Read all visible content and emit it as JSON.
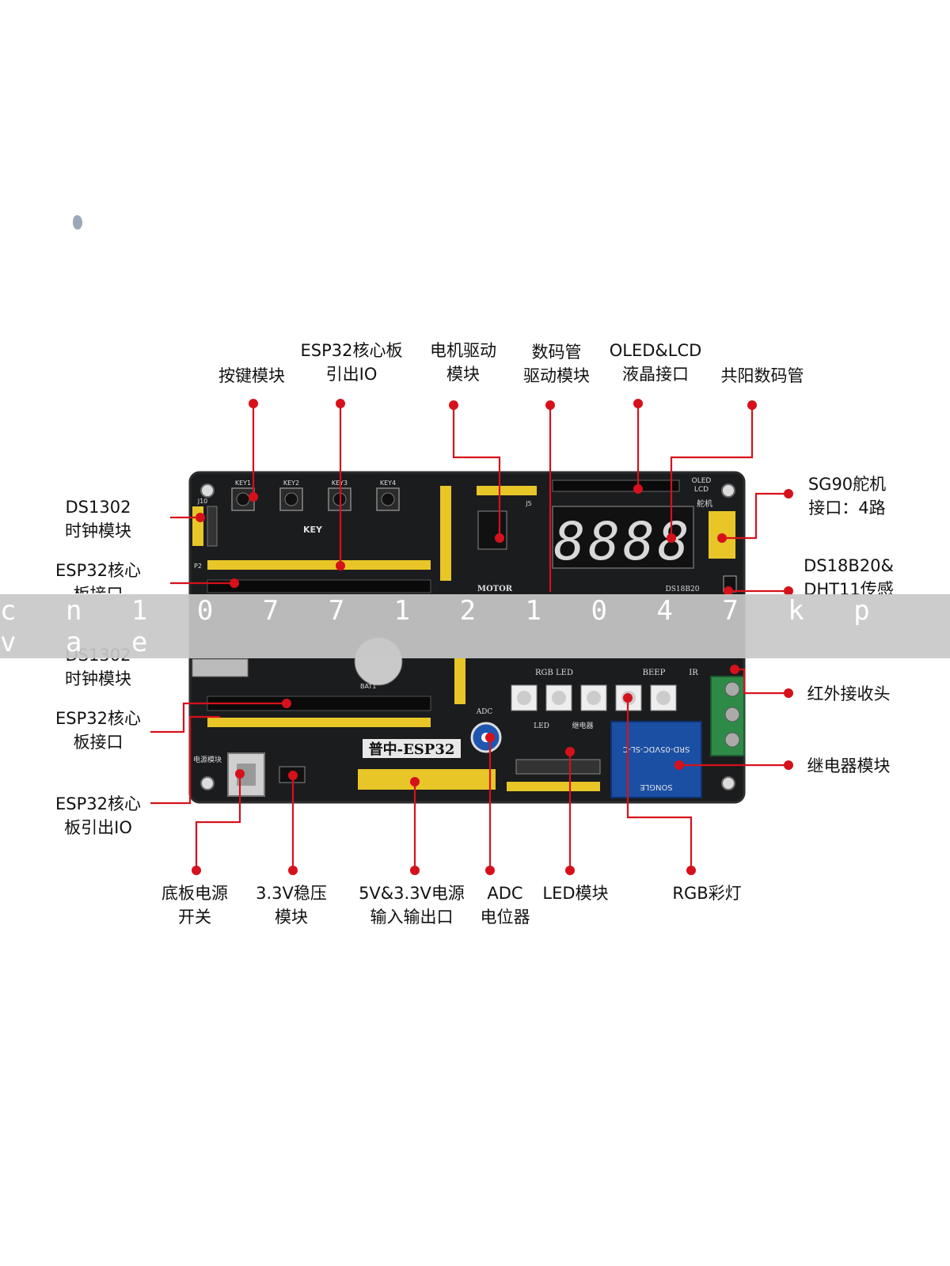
{
  "labels": {
    "key_module": [
      "按键模块"
    ],
    "esp32_core_io_top": [
      "ESP32核心板",
      "引出IO"
    ],
    "motor_driver": [
      "电机驱动",
      "模块"
    ],
    "seg_driver": [
      "数码管",
      "驱动模块"
    ],
    "oled_lcd": [
      "OLED&LCD",
      "液晶接口"
    ],
    "common_anode_seg": [
      "共阳数码管"
    ],
    "ds1302_top": [
      "DS1302",
      "时钟模块"
    ],
    "esp32_core_if_top": [
      "ESP32核心",
      "板接口"
    ],
    "sg90_servo": [
      "SG90舵机",
      "接口：4路"
    ],
    "ds18b20_dht11": [
      "DS18B20&",
      "DHT11传感"
    ],
    "ds1302_bottom": [
      "DS1302",
      "时钟模块"
    ],
    "esp32_core_if_bottom": [
      "ESP32核心",
      "板接口"
    ],
    "esp32_core_io_left": [
      "ESP32核心",
      "板引出IO"
    ],
    "ir_receiver": [
      "红外接收头"
    ],
    "relay_module": [
      "继电器模块"
    ],
    "power_switch": [
      "底板电源",
      "开关"
    ],
    "ldo_33v": [
      "3.3V稳压",
      "模块"
    ],
    "power_io": [
      "5V&3.3V电源",
      "输入输出口"
    ],
    "adc_pot": [
      "ADC",
      "电位器"
    ],
    "led_module": [
      "LED模块"
    ],
    "rgb_led": [
      "RGB彩灯"
    ]
  },
  "board": {
    "silk_key": "KEY",
    "silk_key1": "KEY1",
    "silk_key2": "KEY2",
    "silk_key3": "KEY3",
    "silk_key4": "KEY4",
    "silk_motor": "MOTOR",
    "silk_oled": "OLED",
    "silk_lcd": "LCD",
    "silk_servo": "舵机",
    "silk_ds18b20": "DS18B20",
    "silk_rgbled": "RGB LED",
    "silk_beep": "BEEP",
    "silk_ir": "IR",
    "silk_adc": "ADC",
    "silk_led": "LED",
    "silk_relay_cn": "继电器",
    "silk_name": "普中-ESP32",
    "silk_power": "电源模块",
    "silk_bat": "BAT1",
    "seg_digits": "8888",
    "relay_text": "SRD-05VDC-SL-C",
    "relay_brand": "SONGLE",
    "chip_j10": "J10",
    "chip_p2": "P2",
    "chip_j5": "J5"
  },
  "watermark": {
    "text": "c n 1 0 7 7 1 2 1 0 4 7 k p v a e"
  },
  "colors": {
    "leader": "#d6111b",
    "board": "#1b1c1e",
    "header_pin": "#e8c628",
    "terminal": "#2e8b47",
    "relay": "#1a4fa3",
    "seg": "#d8d8d8"
  }
}
